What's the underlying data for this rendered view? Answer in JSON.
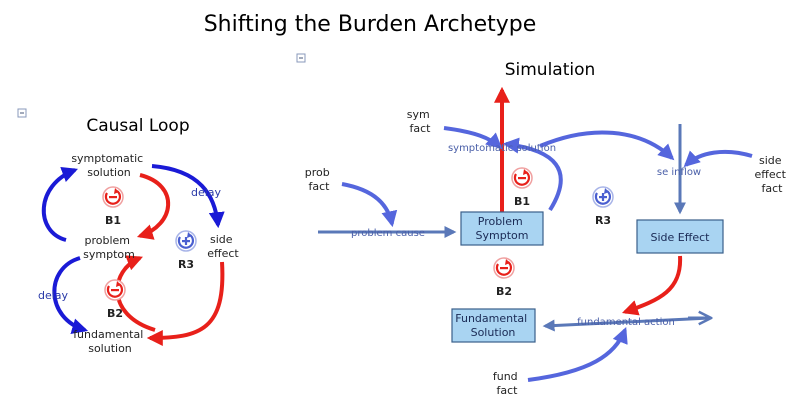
{
  "title": "Shifting the Burden Archetype",
  "causal_loop": {
    "heading": "Causal Loop",
    "symptomatic_solution": [
      "symptomatic",
      "solution"
    ],
    "problem_symptom": [
      "problem",
      "symptom"
    ],
    "fundamental_solution": [
      "fundamental",
      "solution"
    ],
    "side_effect": [
      "side",
      "effect"
    ],
    "delay_top": "delay",
    "delay_left": "delay",
    "loops": {
      "b1": "B1",
      "b2": "B2",
      "r3": "R3"
    }
  },
  "simulation": {
    "heading": "Simulation",
    "sym_fact": [
      "sym",
      "fact"
    ],
    "prob_fact": [
      "prob",
      "fact"
    ],
    "side_effect_fact": [
      "side",
      "effect",
      "fact"
    ],
    "fund_fact": [
      "fund",
      "fact"
    ],
    "symptomatic_solution_flow": "symptomatic solution",
    "problem_cause_flow": "problem cause",
    "se_inflow_flow": "se inflow",
    "fundamental_action_flow": "fundamental action",
    "problem_symptom_stock": [
      "Problem",
      "Symptom"
    ],
    "side_effect_stock": "Side Effect",
    "fundamental_solution_stock": [
      "Fundamental",
      "Solution"
    ],
    "loops": {
      "b1": "B1",
      "b2": "B2",
      "r3": "R3"
    }
  },
  "colors": {
    "red_link": "#e8201a",
    "blue_link": "#1a1ad6",
    "sim_blue": "#5566dd",
    "flow_pipe": "#5a78b8",
    "stock_fill": "#a9d4f2",
    "stock_border": "#3a5f8a"
  },
  "icons": {
    "balancing": "balancing-loop-icon",
    "reinforcing": "reinforcing-loop-icon",
    "collapse": "collapse-toggle-icon"
  }
}
